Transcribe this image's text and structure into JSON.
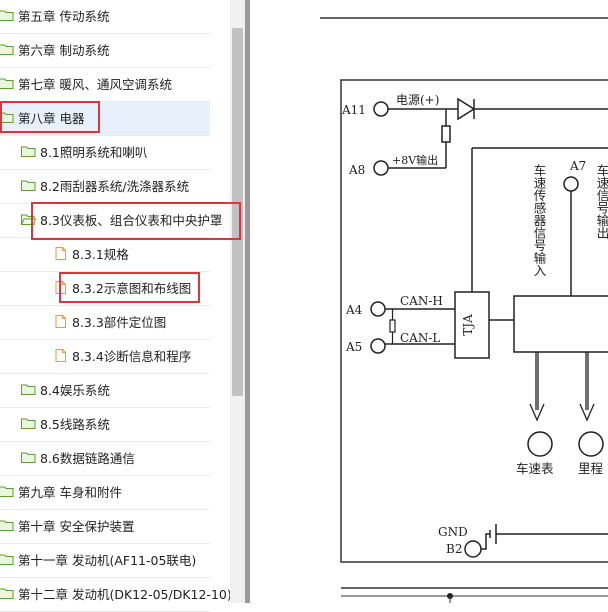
{
  "tree": {
    "items": [
      {
        "label": "第五章 传动系统",
        "icon": "folder-icon",
        "level": 0
      },
      {
        "label": "第六章 制动系统",
        "icon": "folder-icon",
        "level": 0
      },
      {
        "label": "第七章 暖风、通风空调系统",
        "icon": "folder-icon",
        "level": 0
      },
      {
        "label": "第八章 电器",
        "icon": "folder-icon",
        "level": 0,
        "selected": true,
        "highlighted": true
      },
      {
        "label": "8.1照明系统和喇叭",
        "icon": "folder-icon",
        "level": 1
      },
      {
        "label": "8.2雨刮器系统/洗涤器系统",
        "icon": "folder-icon",
        "level": 1
      },
      {
        "label": "8.3仪表板、组合仪表和中央护罩",
        "icon": "folder-open-icon",
        "level": 1,
        "highlighted": true
      },
      {
        "label": "8.3.1规格",
        "icon": "page-icon",
        "level": 2
      },
      {
        "label": "8.3.2示意图和布线图",
        "icon": "page-icon",
        "level": 2,
        "highlighted": true
      },
      {
        "label": "8.3.3部件定位图",
        "icon": "page-icon",
        "level": 2
      },
      {
        "label": "8.3.4诊断信息和程序",
        "icon": "page-icon",
        "level": 2
      },
      {
        "label": "8.4娱乐系统",
        "icon": "folder-icon",
        "level": 1
      },
      {
        "label": "8.5线路系统",
        "icon": "folder-icon",
        "level": 1
      },
      {
        "label": "8.6数据链路通信",
        "icon": "folder-icon",
        "level": 1
      },
      {
        "label": "第九章 车身和附件",
        "icon": "folder-icon",
        "level": 0
      },
      {
        "label": "第十章 安全保护装置",
        "icon": "folder-icon",
        "level": 0
      },
      {
        "label": "第十一章 发动机(AF11-05联电)",
        "icon": "folder-icon",
        "level": 0
      },
      {
        "label": "第十二章 发动机(DK12-05/DK12-10)",
        "icon": "folder-icon",
        "level": 0
      }
    ]
  },
  "diagram": {
    "labels": {
      "a11": "A11",
      "power": "电源(+)",
      "a8": "A8",
      "out8v": "+8V输出",
      "a7": "A7",
      "speed_sensor_input": "车速传感器信号输入",
      "speed_signal_output": "车速信号输出",
      "a4": "A4",
      "can_h": "CAN-H",
      "a5": "A5",
      "can_l": "CAN-L",
      "tja": "TJA",
      "speedometer": "车速表",
      "odometer": "里程",
      "gnd": "GND",
      "b2": "B2"
    }
  },
  "colors": {
    "highlight": "#d9363e",
    "folder_fill": "#eaf7df",
    "folder_stroke": "#5aa02c",
    "page_stroke": "#e89a3c",
    "selected_bg": "#e8f1fb"
  }
}
